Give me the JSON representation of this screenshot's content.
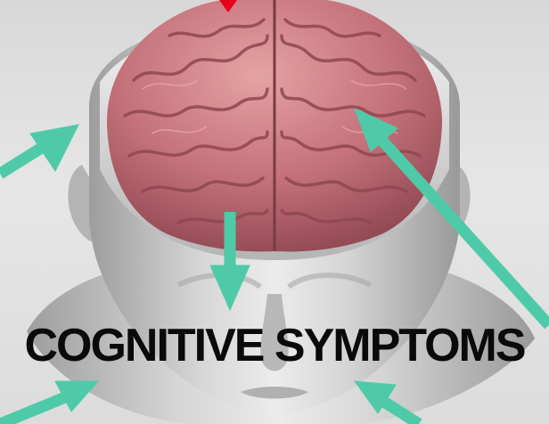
{
  "caption": "COGNITIVE SYMPTOMS",
  "colors": {
    "arrow": "#4fcaa8",
    "top_marker": "#e8001c",
    "brain": "#c9767a",
    "head": "#c7c7c7",
    "caption_text": "#0a0a0a"
  },
  "icons": [
    "head-illustration",
    "brain-illustration",
    "arrow-icon"
  ]
}
